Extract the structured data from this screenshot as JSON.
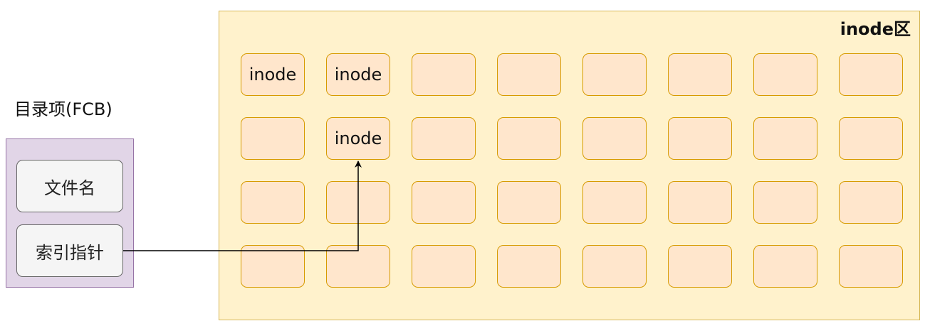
{
  "fcb": {
    "title": "目录项(FCB)",
    "fields": [
      "文件名",
      "索引指针"
    ]
  },
  "inode_area": {
    "title": "inode区",
    "rows": [
      [
        "inode",
        "inode",
        "",
        "",
        "",
        "",
        "",
        ""
      ],
      [
        "",
        "inode",
        "",
        "",
        "",
        "",
        "",
        ""
      ],
      [
        "",
        "",
        "",
        "",
        "",
        "",
        "",
        ""
      ],
      [
        "",
        "",
        "",
        "",
        "",
        "",
        "",
        ""
      ]
    ]
  },
  "colors": {
    "fcb_fill": "#e1d5e7",
    "fcb_border": "#9673a6",
    "field_fill": "#f5f5f5",
    "area_fill": "#fff2cc",
    "area_border": "#d6b656",
    "cell_fill": "#ffe6cc",
    "cell_border": "#d79b00",
    "arrow": "#000000"
  }
}
